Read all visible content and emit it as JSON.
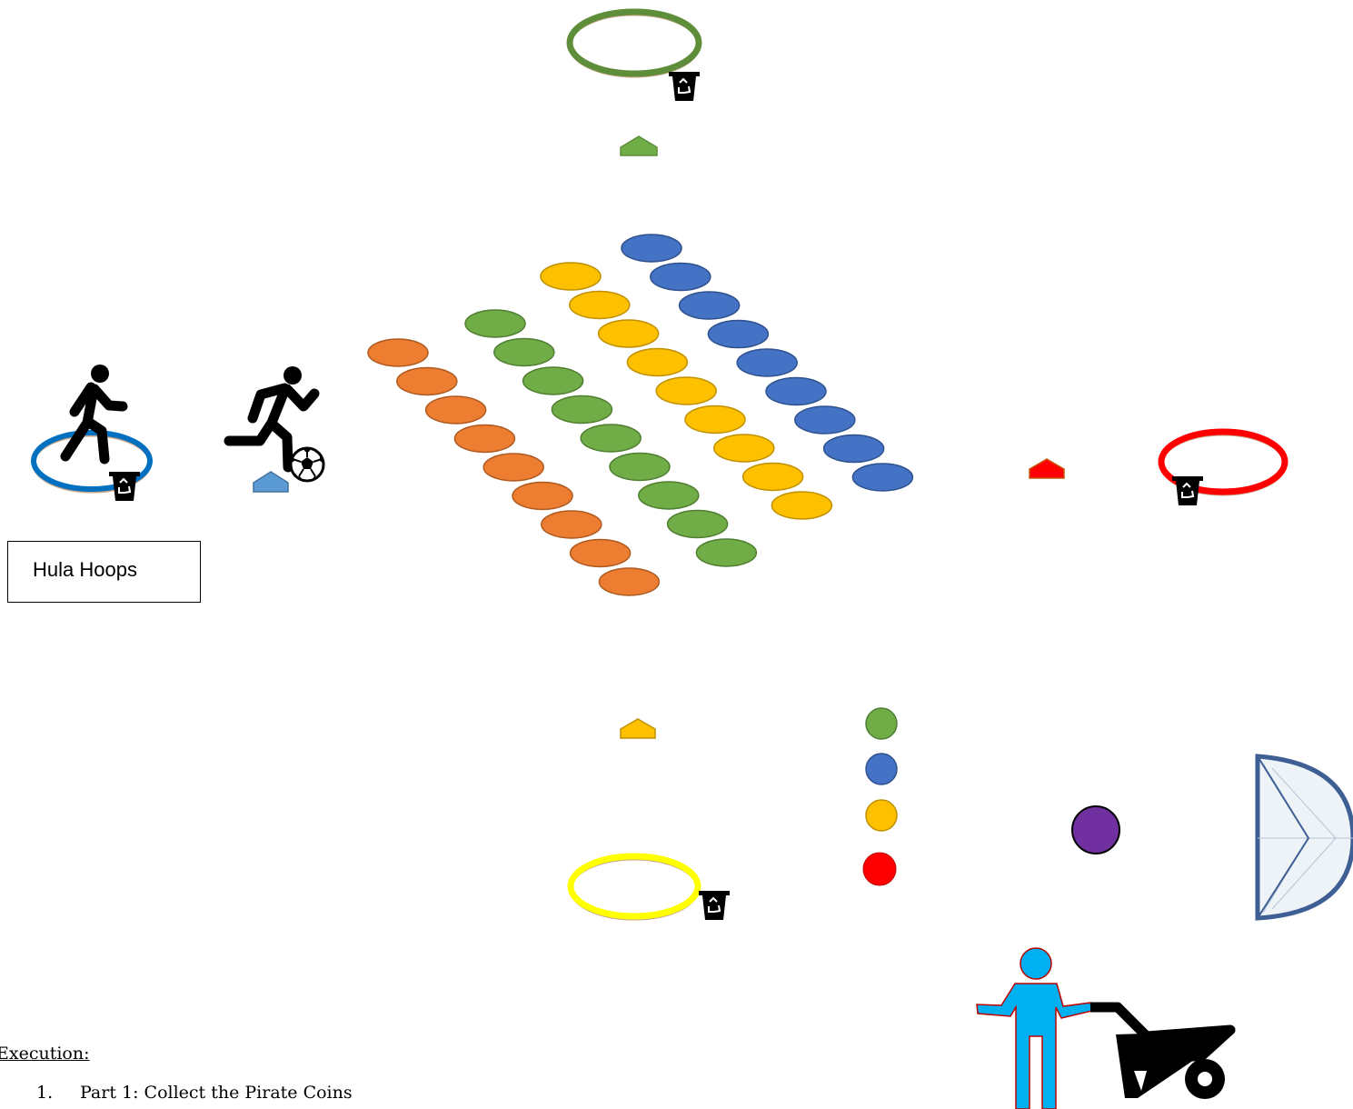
{
  "label_box": {
    "text": "Hula Hoops"
  },
  "execution": {
    "heading": "Execution:",
    "items": [
      {
        "number": "1.",
        "text": "Part 1:  Collect the Pirate Coins"
      }
    ]
  },
  "colors": {
    "orange": "#ED7D31",
    "green": "#70AD47",
    "yellow": "#FFC000",
    "blue": "#4472C4",
    "red": "#FF0000",
    "purple": "#7030A0",
    "hoop_green": "#5E8E3A",
    "hoop_blue": "#0070C0",
    "hoop_red": "#FF0000",
    "hoop_yellow": "#FFFF00",
    "figure_cyan": "#00B0F0"
  },
  "icons": [
    "recycle-bin-icon",
    "walking-person-icon",
    "soccer-player-icon",
    "soccer-ball-icon",
    "home-base-icon",
    "small-net-goal-icon",
    "wheelbarrow-icon",
    "person-icon"
  ]
}
